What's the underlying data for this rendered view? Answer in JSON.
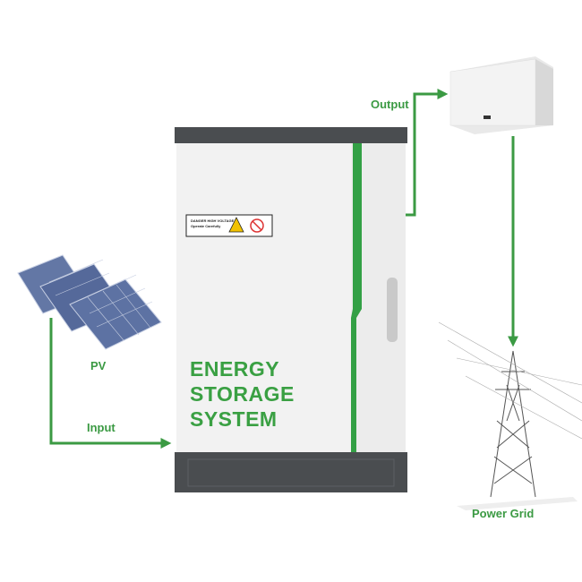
{
  "labels": {
    "pv": "PV",
    "input": "Input",
    "output": "Output",
    "power_grid": "Power Grid"
  },
  "cabinet": {
    "title_lines": [
      "ENERGY",
      "STORAGE",
      "SYSTEM"
    ],
    "warning_line1": "DANGER HIGH VOLTAGE",
    "warning_line2": "Operate Carefully"
  },
  "colors": {
    "accent_green": "#3b9a43",
    "cabinet_body": "#ececec",
    "cabinet_trim": "#4a4d50",
    "panel_blue": "#5a6e9c"
  },
  "icons": [
    "solar-panel",
    "energy-storage-cabinet",
    "inverter",
    "power-tower",
    "arrow"
  ]
}
